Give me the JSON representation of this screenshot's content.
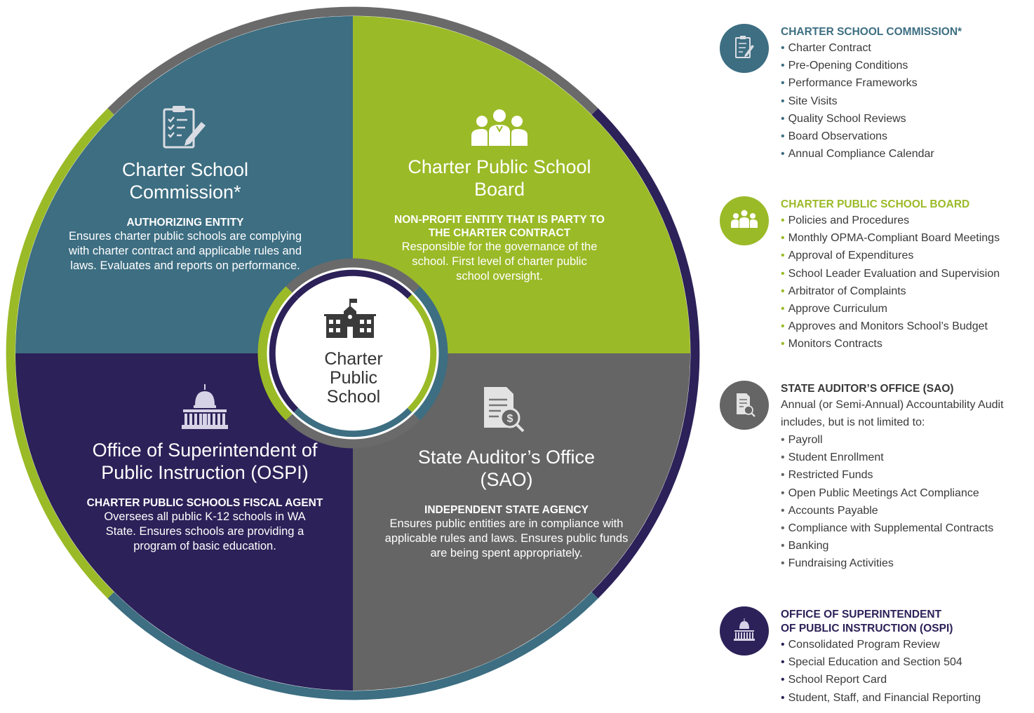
{
  "colors": {
    "teal": "#3d6e82",
    "green": "#9bba27",
    "navy": "#2c2158",
    "gray": "#656565",
    "ring_gray": "#6a6a6a"
  },
  "center": {
    "icon": "school-building-icon",
    "label": "Charter Public School"
  },
  "quadrants": {
    "commission": {
      "icon": "clipboard-checklist-icon",
      "title": "Charter School Commission*",
      "subtitle": "AUTHORIZING ENTITY",
      "description": "Ensures charter public schools are complying with charter contract and applicable rules and laws. Evaluates and reports on performance."
    },
    "board": {
      "icon": "board-members-icon",
      "title": "Charter Public School Board",
      "subtitle": "NON-PROFIT ENTITY THAT IS PARTY TO THE CHARTER CONTRACT",
      "description": "Responsible for the governance of the school. First level of charter public school oversight."
    },
    "ospi": {
      "icon": "capitol-building-icon",
      "title": "Office of Superintendent of Public Instruction (OSPI)",
      "subtitle": "CHARTER PUBLIC SCHOOLS FISCAL AGENT",
      "description": "Oversees all public K-12 schools in WA State. Ensures schools are providing a program of basic education."
    },
    "sao": {
      "icon": "audit-document-icon",
      "title": "State Auditor’s Office (SAO)",
      "subtitle": "INDEPENDENT STATE AGENCY",
      "description": "Ensures public entities are in compliance with applicable rules and laws. Ensures public funds are being spent appropriately."
    }
  },
  "legend": {
    "commission": {
      "icon": "clipboard-checklist-icon",
      "heading": "CHARTER SCHOOL COMMISSION*",
      "items": [
        "Charter Contract",
        "Pre-Opening Conditions",
        "Performance Frameworks",
        "Site Visits",
        "Quality School Reviews",
        "Board Observations",
        "Annual Compliance Calendar"
      ]
    },
    "board": {
      "icon": "board-members-icon",
      "heading": "CHARTER PUBLIC SCHOOL BOARD",
      "items": [
        "Policies and Procedures",
        "Monthly OPMA-Compliant Board Meetings",
        "Approval of Expenditures",
        "School Leader Evaluation and Supervision",
        "Arbitrator of Complaints",
        "Approve Curriculum",
        "Approves and Monitors School’s Budget",
        "Monitors Contracts"
      ]
    },
    "sao": {
      "icon": "audit-document-icon",
      "heading": "STATE AUDITOR’S OFFICE (SAO)",
      "intro": "Annual (or Semi-Annual) Accountability Audit includes, but is not limited to:",
      "items": [
        "Payroll",
        "Student Enrollment",
        "Restricted Funds",
        "Open Public Meetings Act Compliance",
        "Accounts Payable",
        "Compliance with Supplemental Contracts",
        "Banking",
        "Fundraising Activities"
      ]
    },
    "ospi": {
      "icon": "capitol-building-icon",
      "heading_line1": "OFFICE OF SUPERINTENDENT",
      "heading_line2": "OF PUBLIC INSTRUCTION (OSPI)",
      "items": [
        "Consolidated Program Review",
        "Special Education and Section 504",
        "School Report Card",
        "Student, Staff, and Financial Reporting"
      ]
    }
  }
}
